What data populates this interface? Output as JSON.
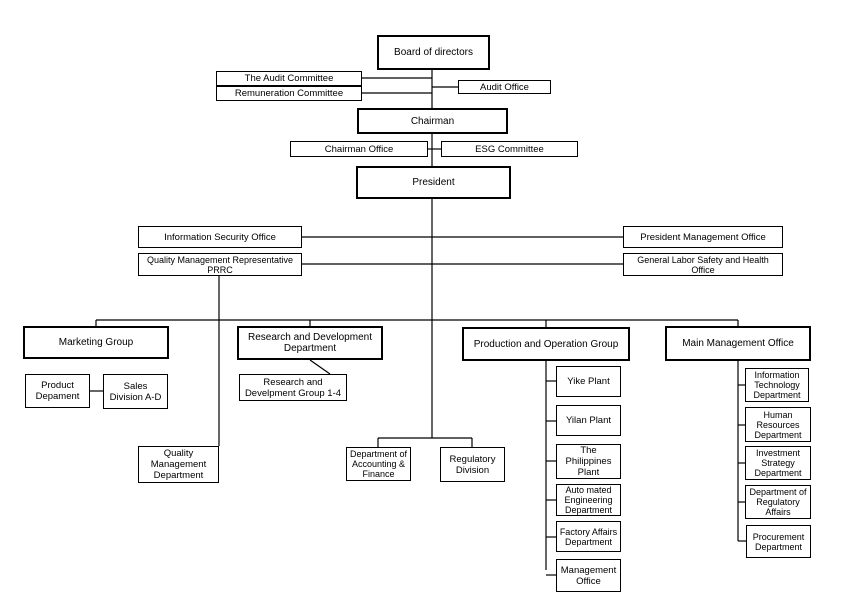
{
  "top": {
    "board": "Board of directors",
    "audit_committee": "The Audit Committee",
    "remuneration_committee": "Remuneration Committee",
    "audit_office": "Audit Office",
    "chairman": "Chairman",
    "chairman_office": "Chairman Office",
    "esg_committee": "ESG Committee",
    "president": "President"
  },
  "staff": {
    "info_security": "Information Security Office",
    "quality_rep": "Quality Management Representative PRRC",
    "president_mgmt": "President Management Office",
    "labor_safety": "General Labor Safety and Health Office"
  },
  "groups": {
    "marketing": "Marketing Group",
    "rnd": "Research and Development Department",
    "production": "Production and Operation Group",
    "main_mgmt": "Main Management Office"
  },
  "marketing_units": {
    "product_dept": "Product Depament",
    "sales_division": "Sales Division A-D",
    "quality_dept": "Quality Management Department"
  },
  "rnd_units": {
    "rnd_group": "Research and Develpment Group 1-4"
  },
  "central_units": {
    "accounting": "Department of Accounting & Finance",
    "regulatory_division": "Regulatory Division"
  },
  "production_units": [
    "Yike Plant",
    "Yilan Plant",
    "The Philippines Plant",
    "Auto mated Engineering Department",
    "Factory Affairs Department",
    "Management Office"
  ],
  "main_mgmt_units": [
    "Information Technology Department",
    "Human Resources Department",
    "Investment Strategy Department",
    "Department of Regulatory Affairs",
    "Procurement Department"
  ]
}
